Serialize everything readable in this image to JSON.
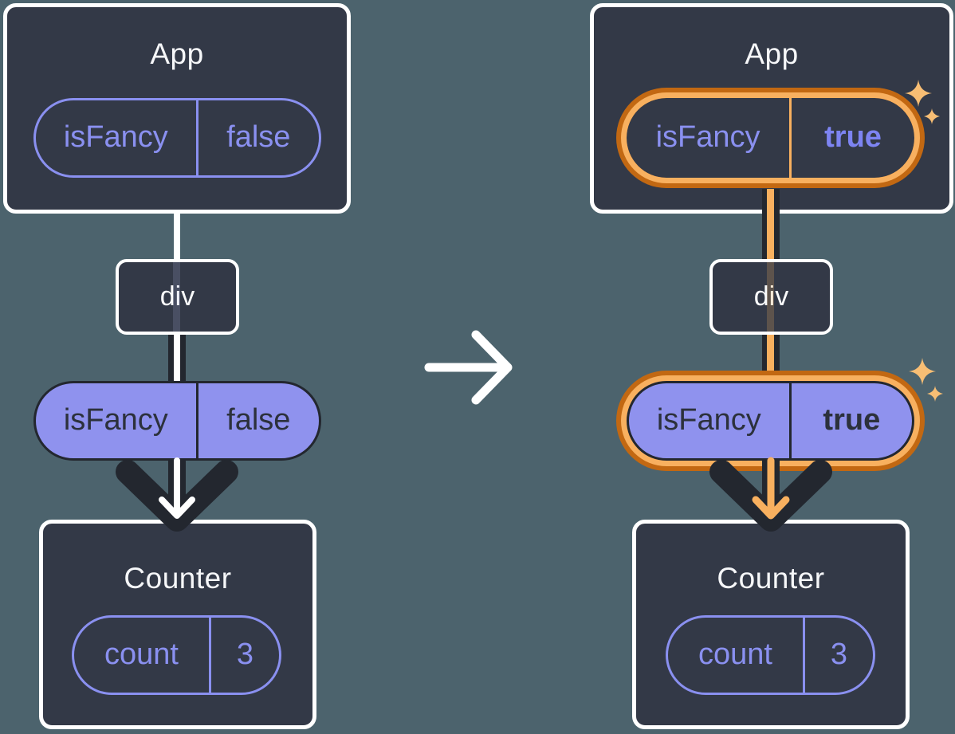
{
  "diagram": {
    "before": {
      "app": {
        "title": "App"
      },
      "app_prop": {
        "name": "isFancy",
        "value": "false"
      },
      "dom": {
        "label": "div"
      },
      "passed_prop": {
        "name": "isFancy",
        "value": "false"
      },
      "counter": {
        "title": "Counter"
      },
      "counter_state": {
        "name": "count",
        "value": "3"
      }
    },
    "after": {
      "app": {
        "title": "App"
      },
      "app_prop": {
        "name": "isFancy",
        "value": "true"
      },
      "dom": {
        "label": "div"
      },
      "passed_prop": {
        "name": "isFancy",
        "value": "true"
      },
      "counter": {
        "title": "Counter"
      },
      "counter_state": {
        "name": "count",
        "value": "3"
      }
    },
    "colors": {
      "background": "#4C636D",
      "card_background": "#333947",
      "card_border": "#FFFFFF",
      "purple": "#8A90F0",
      "purple_fill": "#8F92EE",
      "dark_line": "#23272F",
      "highlight_orange": "#F8B05F",
      "highlight_orange_dark": "#C26812",
      "sparkle": "#F8BE74",
      "white_line": "#FFFFFF"
    }
  }
}
